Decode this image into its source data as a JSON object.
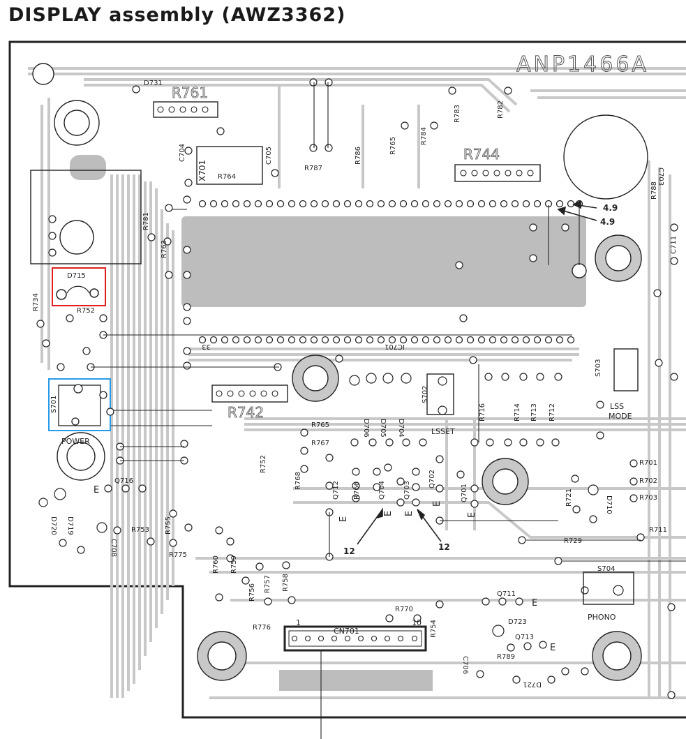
{
  "title": "DISPLAY  assembly (AWZ3362)",
  "board_id": "ANP1466A",
  "colors": {
    "trace": "#c8c8c8",
    "outline": "#222222",
    "highlight_red": "#e02020",
    "highlight_blue": "#2a9be8"
  },
  "labels": {
    "d731": "D731",
    "r761": "R761",
    "c704": "C704",
    "x701": "X701",
    "r764": "R764",
    "c705": "C705",
    "r787": "R787",
    "r786": "R786",
    "r765a": "R765",
    "r784": "R784",
    "r783": "R783",
    "r782": "R782",
    "r744": "R744",
    "c703": "C703",
    "r788": "R788",
    "c711": "C711",
    "r781": "R781",
    "r763": "R763",
    "d715": "D715",
    "r734": "R734",
    "r752": "R752",
    "ic701": "IC701",
    "pin33": "33",
    "s703": "S703",
    "lss_mode": "LSS\nMODE",
    "s701": "S701",
    "power": "POWER",
    "r742": "R742",
    "d706": "D706",
    "d705": "D705",
    "d704": "D704",
    "s702": "S702",
    "lsset": "LSSET",
    "r716": "R716",
    "r714": "R714",
    "r713": "R713",
    "r712": "R712",
    "r765b": "R765",
    "r767": "R767",
    "r752b": "R752",
    "r768": "R768",
    "q712": "Q712",
    "r766": "R766",
    "q704": "Q704",
    "q703": "Q703",
    "q702": "Q702",
    "q701": "Q701",
    "r721": "R721",
    "d710": "D710",
    "r701": "R701",
    "r702": "R702",
    "r703": "R703",
    "r711": "R711",
    "r729": "R729",
    "q716": "Q716",
    "d720": "D720",
    "d719": "D719",
    "c708": "C708",
    "r753": "R753",
    "r755": "R755",
    "r775": "R775",
    "r760": "R760",
    "r759": "R759",
    "r756": "R756",
    "r757": "R757",
    "r758": "R758",
    "s704": "S704",
    "phono": "PHONO",
    "q711": "Q711",
    "d723": "D723",
    "q713": "Q713",
    "r789": "R789",
    "c706": "C706",
    "d721": "D721",
    "r770": "R770",
    "r754": "R754",
    "r776": "R776",
    "cn701": "CN701",
    "pin1": "1",
    "pin10": "10",
    "e": "E",
    "v49a": "4.9",
    "v49b": "4.9",
    "n12a": "12",
    "n12b": "12"
  }
}
